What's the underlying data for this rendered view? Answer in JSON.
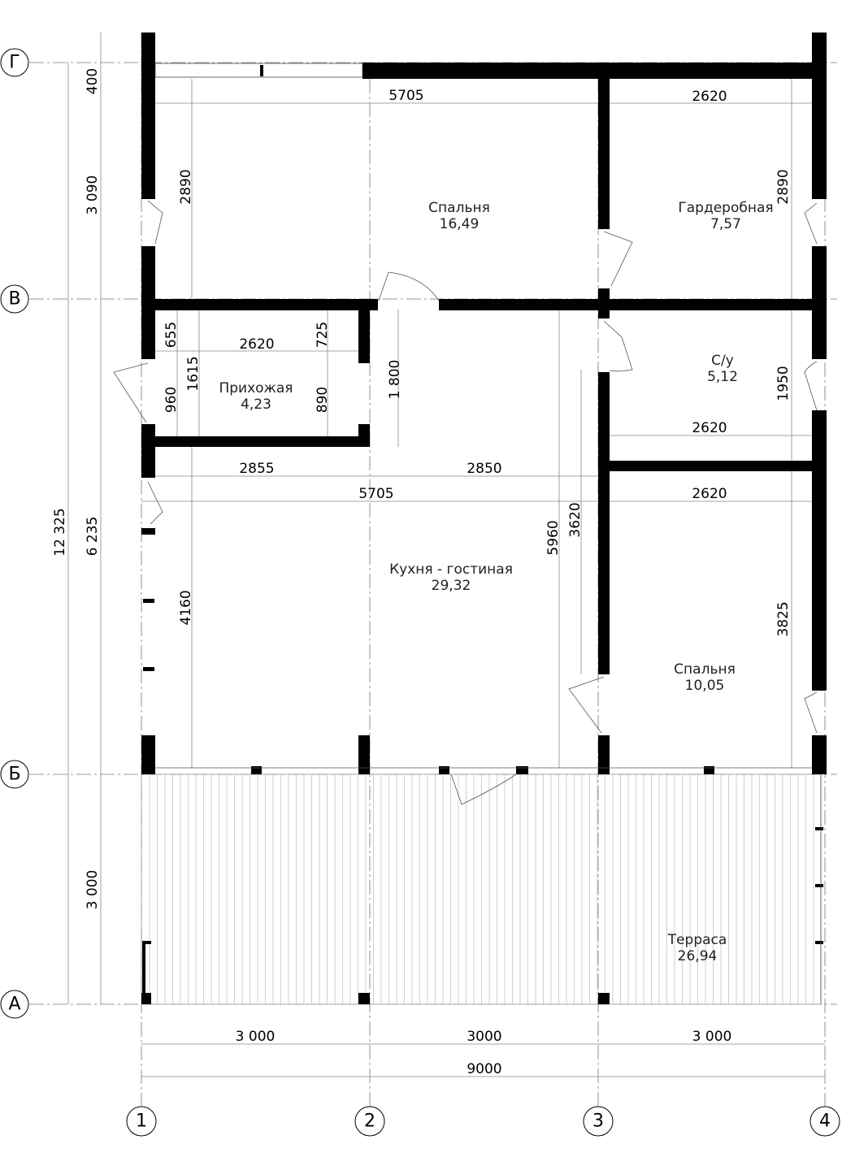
{
  "axes": {
    "rows": [
      "Г",
      "В",
      "Б",
      "А"
    ],
    "cols": [
      "1",
      "2",
      "3",
      "4"
    ]
  },
  "rooms": [
    {
      "name": "Спальня",
      "area": "16,49"
    },
    {
      "name": "Гардеробная",
      "area": "7,57"
    },
    {
      "name": "Прихожая",
      "area": "4,23"
    },
    {
      "name": "С/у",
      "area": "5,12"
    },
    {
      "name": "Кухня - гостиная",
      "area": "29,32"
    },
    {
      "name": "Спальня",
      "area": "10,05"
    },
    {
      "name": "Терраса",
      "area": "26,94"
    }
  ],
  "dimensions": [
    "5705",
    "2620",
    "2890",
    "2890",
    "400",
    "3 090",
    "655",
    "2620",
    "725",
    "960",
    "1615",
    "890",
    "1 800",
    "1950",
    "2620",
    "2855",
    "2850",
    "5705",
    "2620",
    "12 325",
    "6 235",
    "5960",
    "3620",
    "4160",
    "3825",
    "3 000",
    "3 000",
    "3000",
    "3 000",
    "9000"
  ]
}
